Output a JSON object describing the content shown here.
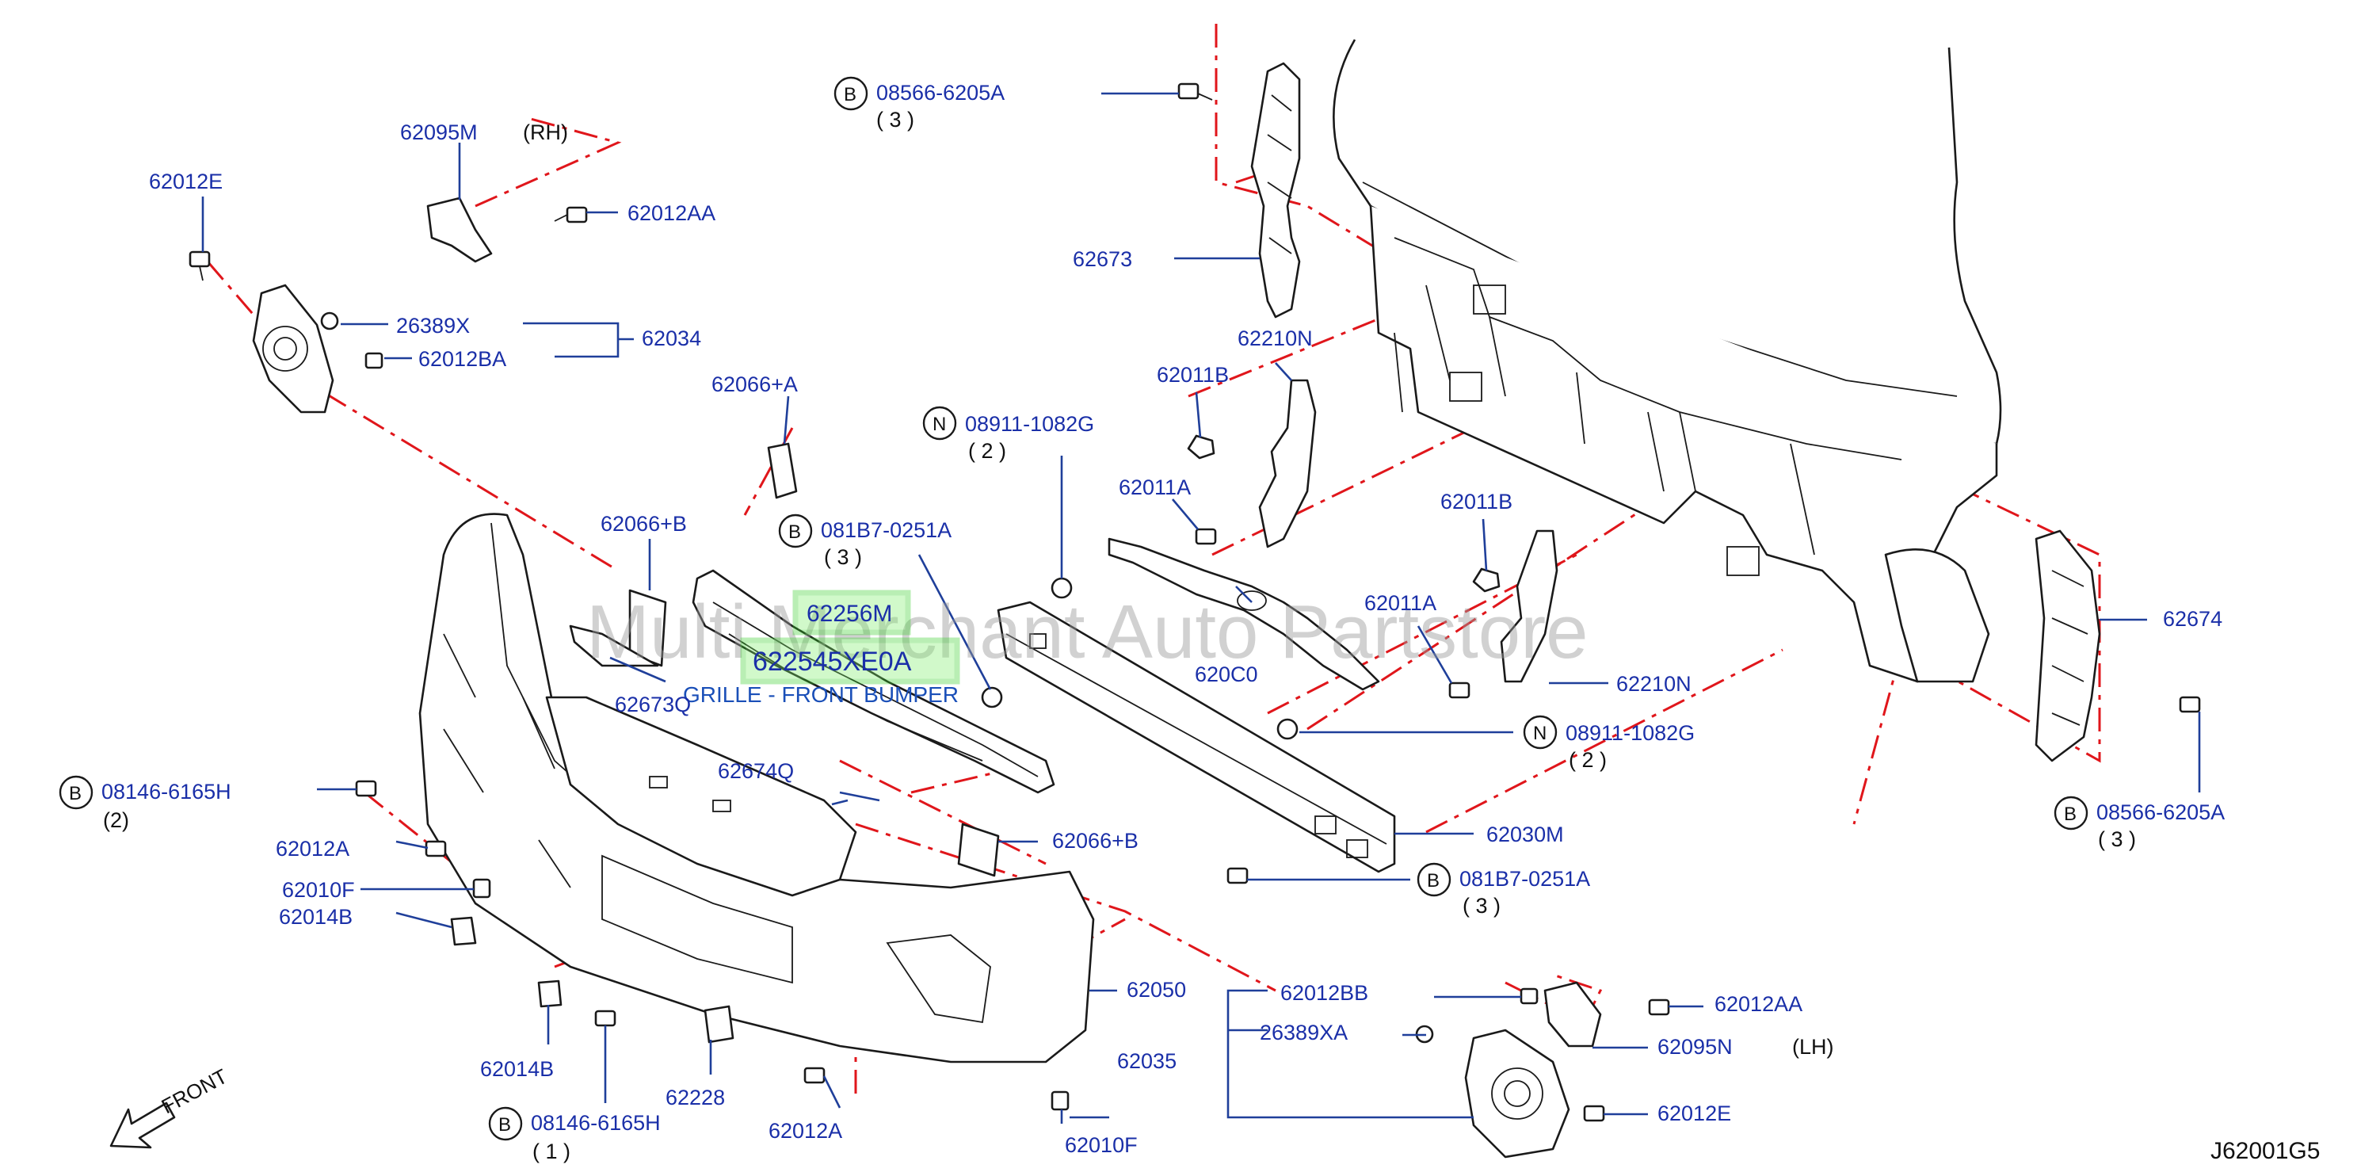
{
  "watermark": "Multi Merchant Auto Partstore",
  "diagram_code": "J62001G5",
  "front_label": "FRONT",
  "highlight": {
    "part_a": "62256M",
    "part_b": "622545XE0A",
    "caption": "GRILLE - FRONT BUMPER"
  },
  "labels": {
    "p62095M": "62095M",
    "rh": "(RH)",
    "p62012E_top": "62012E",
    "p62012AA_top": "62012AA",
    "p26389X": "26389X",
    "p62034": "62034",
    "p62012BA": "62012BA",
    "p62066A": "62066+A",
    "p62066B_top": "62066+B",
    "p62673Q": "62673Q",
    "p08146_left": "08146-6165H",
    "qty_08146_left": "(2)",
    "p62012A_left": "62012A",
    "p62010F_left": "62010F",
    "p62014B_left": "62014B",
    "p62014B_bot": "62014B",
    "p08146_bot": "08146-6165H",
    "qty_08146_bot": "( 1 )",
    "p62228": "62228",
    "p62012A_bot": "62012A",
    "p62010F_bot": "62010F",
    "p62674Q": "62674Q",
    "p62066B_mid": "62066+B",
    "p081B7_top": "081B7-0251A",
    "qty_081B7_top": "( 3 )",
    "p08911_top": "08911-1082G",
    "qty_08911_top": "( 2 )",
    "p08566_top": "08566-6205A",
    "qty_08566_top": "( 3 )",
    "p62673": "62673",
    "p62210N_top": "62210N",
    "p62011B_top": "62011B",
    "p62011A_top": "62011A",
    "p620C0": "620C0",
    "p62011B_mid": "62011B",
    "p62011A_mid": "62011A",
    "p62210N_mid": "62210N",
    "p08911_mid": "08911-1082G",
    "qty_08911_mid": "( 2 )",
    "p62030M": "62030M",
    "p081B7_bot": "081B7-0251A",
    "qty_081B7_bot": "( 3 )",
    "p62050": "62050",
    "p62035": "62035",
    "p62012BB": "62012BB",
    "p26389XA": "26389XA",
    "p62012AA_bot": "62012AA",
    "p62095N": "62095N",
    "lh": "(LH)",
    "p62012E_bot": "62012E",
    "p62674": "62674",
    "p08566_right": "08566-6205A",
    "qty_08566_right": "( 3 )"
  },
  "symbols": {
    "b": "B",
    "n": "N"
  }
}
